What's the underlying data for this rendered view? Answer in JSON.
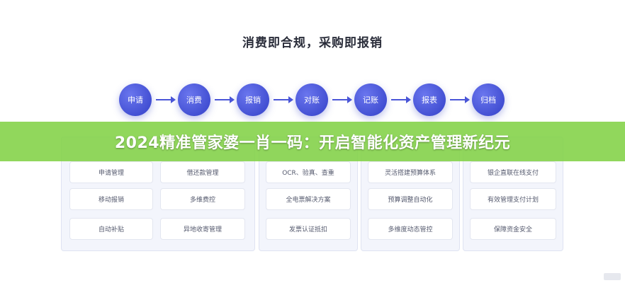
{
  "figure": {
    "title": "消费即合规，采购即报销",
    "flow_steps": [
      "申请",
      "消费",
      "报销",
      "对账",
      "记账",
      "报表",
      "归档"
    ],
    "panels": [
      {
        "cards": [
          "申请管理",
          "移动报销",
          "自动补贴"
        ]
      },
      {
        "cards": [
          "借还款管理",
          "多维费控",
          "异地收寄管理"
        ]
      },
      {
        "cards": [
          "OCR、验真、查重",
          "全电票解决方案",
          "发票认证抵扣"
        ]
      },
      {
        "cards": [
          "灵活搭建预算体系",
          "预算调整自动化",
          "多维度动态管控"
        ]
      },
      {
        "cards": [
          "银企直联在线支付",
          "有效管理支付计划",
          "保障资金安全"
        ]
      }
    ]
  },
  "banner": {
    "text": "2024精准管家婆一肖一码：开启智能化资产管理新纪元"
  },
  "colors": {
    "accent": "#4a56d8",
    "banner": "#82d246"
  }
}
